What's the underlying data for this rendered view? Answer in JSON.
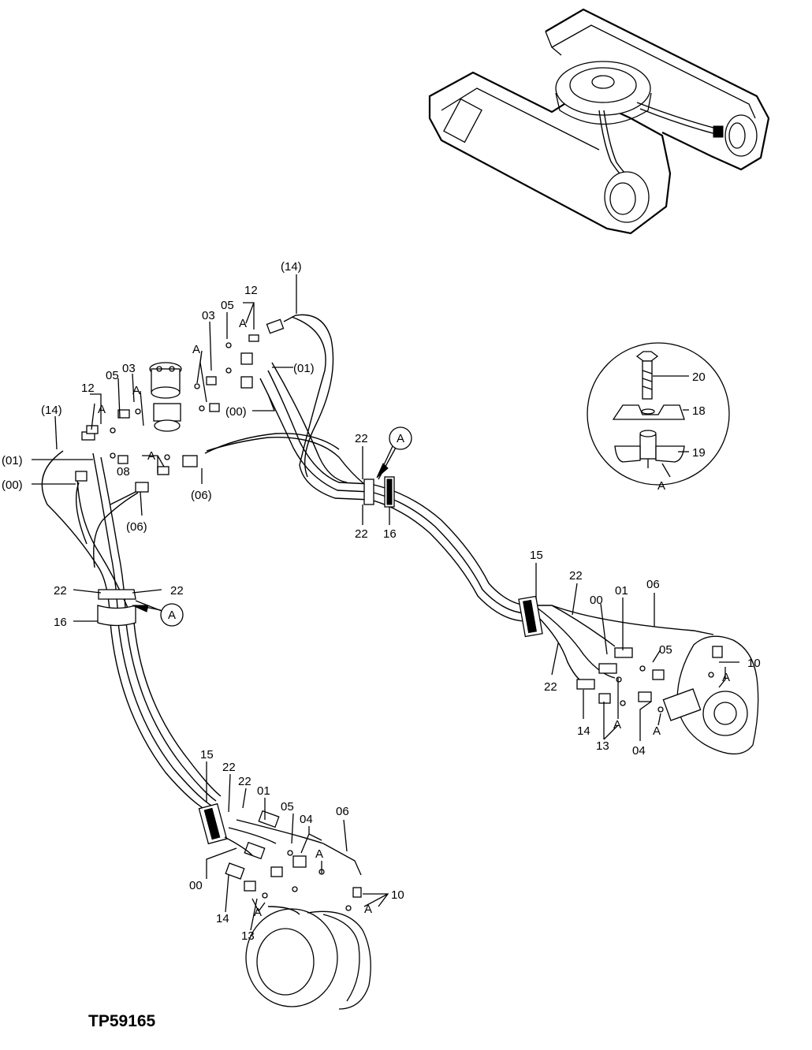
{
  "drawing_code": "TP59165",
  "detail_marker": "A",
  "labels": {
    "l14_top": "(14)",
    "l12_top": "12",
    "lA_top": "A",
    "l05_top": "05",
    "l03_top": "03",
    "lA_03": "A",
    "l01_paren_right": "(01)",
    "l00_paren_mid": "(00)",
    "l05_left": "05",
    "l03_left": "03",
    "lA_left2": "A",
    "l12_left": "12",
    "lA_left": "A",
    "l14_paren_left": "(14)",
    "l01_paren_left": "(01)",
    "l00_paren_left": "(00)",
    "lA_08": "A",
    "l08": "08",
    "l06_paren_mid": "(06)",
    "l06_paren_low": "(06)",
    "l22_tl": "22",
    "l22_tr": "22",
    "l16_left": "16",
    "l22_mid_top": "22",
    "l22_mid_bot": "22",
    "l16_mid": "16",
    "l20": "20",
    "l18": "18",
    "l19": "19",
    "lA_detail": "A",
    "l15_right": "15",
    "l22_right_top": "22",
    "l00_right": "00",
    "l01_right": "01",
    "l06_right": "06",
    "l05_right": "05",
    "l10_right": "10",
    "lA_right1": "A",
    "l22_right_bot": "22",
    "l14_right": "14",
    "l13_right": "13",
    "lA_right2": "A",
    "l04_right": "04",
    "lA_right3": "A",
    "l15_bot": "15",
    "l22_bot1": "22",
    "l22_bot2": "22",
    "l01_bot": "01",
    "l05_bot": "05",
    "l04_bot": "04",
    "l06_bot": "06",
    "lA_bot1": "A",
    "l10_bot": "10",
    "lA_bot2": "A",
    "l00_bot": "00",
    "l14_bot": "14",
    "lA_bot3": "A",
    "l13_bot": "13"
  }
}
